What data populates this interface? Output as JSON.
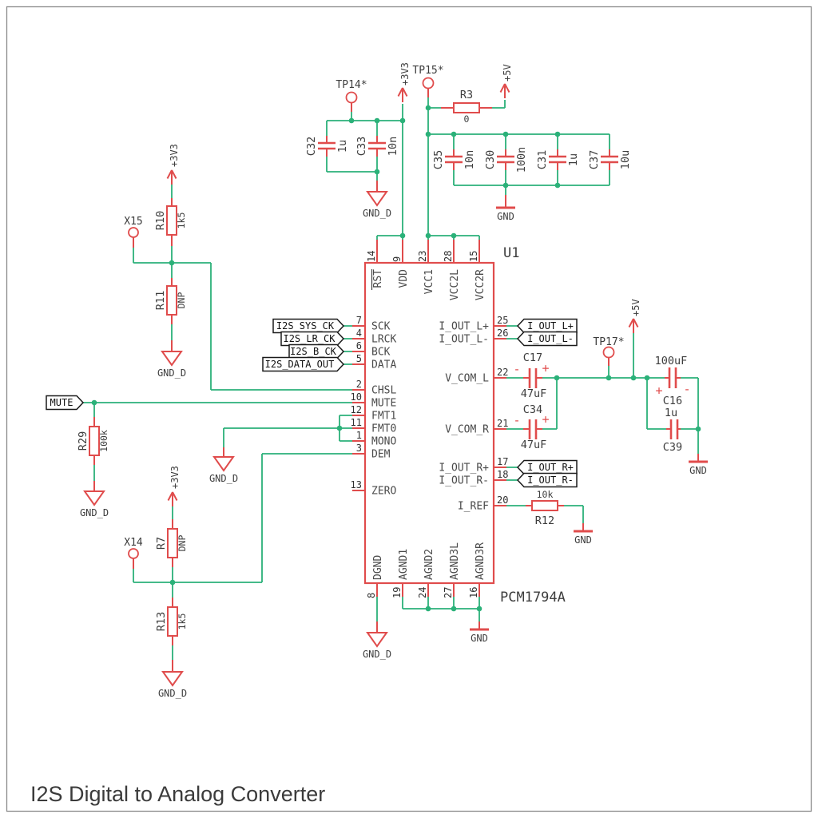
{
  "title": "I2S Digital to Analog Converter",
  "ic": {
    "ref": "U1",
    "part": "PCM1794A"
  },
  "pins": {
    "t14": {
      "num": "14",
      "name": "RST"
    },
    "t9": {
      "num": "9",
      "name": "VDD"
    },
    "t23": {
      "num": "23",
      "name": "VCC1"
    },
    "t28": {
      "num": "28",
      "name": "VCC2L"
    },
    "t15": {
      "num": "15",
      "name": "VCC2R"
    },
    "l7": {
      "num": "7",
      "name": "SCK"
    },
    "l4": {
      "num": "4",
      "name": "LRCK"
    },
    "l6": {
      "num": "6",
      "name": "BCK"
    },
    "l5": {
      "num": "5",
      "name": "DATA"
    },
    "l2": {
      "num": "2",
      "name": "CHSL"
    },
    "l10": {
      "num": "10",
      "name": "MUTE"
    },
    "l12": {
      "num": "12",
      "name": "FMT1"
    },
    "l11": {
      "num": "11",
      "name": "FMT0"
    },
    "l1": {
      "num": "1",
      "name": "MONO"
    },
    "l3": {
      "num": "3",
      "name": "DEM"
    },
    "l13": {
      "num": "13",
      "name": "ZERO"
    },
    "r25": {
      "num": "25",
      "name": "I_OUT_L+"
    },
    "r26": {
      "num": "26",
      "name": "I_OUT_L-"
    },
    "r22": {
      "num": "22",
      "name": "V_COM_L"
    },
    "r21": {
      "num": "21",
      "name": "V_COM_R"
    },
    "r17": {
      "num": "17",
      "name": "I_OUT_R+"
    },
    "r18": {
      "num": "18",
      "name": "I_OUT_R-"
    },
    "r20": {
      "num": "20",
      "name": "I_REF"
    },
    "b8": {
      "num": "8",
      "name": "DGND"
    },
    "b19": {
      "num": "19",
      "name": "AGND1"
    },
    "b24": {
      "num": "24",
      "name": "AGND2"
    },
    "b27": {
      "num": "27",
      "name": "AGND3L"
    },
    "b16": {
      "num": "16",
      "name": "AGND3R"
    }
  },
  "resistors": {
    "r3": {
      "ref": "R3",
      "value": "0"
    },
    "r7": {
      "ref": "R7",
      "value": "DNP"
    },
    "r10": {
      "ref": "R10",
      "value": "1k5"
    },
    "r11": {
      "ref": "R11",
      "value": "DNP"
    },
    "r12": {
      "ref": "R12",
      "value": "10k"
    },
    "r13": {
      "ref": "R13",
      "value": "1k5"
    },
    "r29": {
      "ref": "R29",
      "value": "100k"
    }
  },
  "capacitors": {
    "c16": {
      "ref": "C16",
      "value": "100uF"
    },
    "c17": {
      "ref": "C17",
      "value": "47uF"
    },
    "c30": {
      "ref": "C30",
      "value": "100n"
    },
    "c31": {
      "ref": "C31",
      "value": "1u"
    },
    "c32": {
      "ref": "C32",
      "value": "1u"
    },
    "c33": {
      "ref": "C33",
      "value": "10n"
    },
    "c34": {
      "ref": "C34",
      "value": "47uF"
    },
    "c35": {
      "ref": "C35",
      "value": "10n"
    },
    "c37": {
      "ref": "C37",
      "value": "10u"
    },
    "c39": {
      "ref": "C39",
      "value": "1u"
    }
  },
  "test_points": {
    "tp14": "TP14*",
    "tp15": "TP15*",
    "tp17": "TP17*"
  },
  "connectors": {
    "x14": "X14",
    "x15": "X15"
  },
  "power": {
    "p3v3": "+3V3",
    "p5v": "+5V",
    "gnd": "GND",
    "gnd_d": "GND_D"
  },
  "net_labels": {
    "i2s_sys_ck": "I2S_SYS_CK",
    "i2s_lr_ck": "I2S_LR_CK",
    "i2s_b_ck": "I2S_B_CK",
    "i2s_data_out": "I2S_DATA_OUT",
    "mute": "MUTE",
    "i_out_l_plus": "I_OUT_L+",
    "i_out_l_minus": "I_OUT_L-",
    "i_out_r_plus": "I_OUT_R+",
    "i_out_r_minus": "I_OUT_R-"
  },
  "polarity": {
    "plus": "+",
    "minus": "-"
  },
  "colors": {
    "wire": "#2bb179",
    "symbol": "#e04c4c",
    "text": "#3d3d3d",
    "tag_outline": "#1a1a1a",
    "title_text": "#3b3b3b"
  }
}
